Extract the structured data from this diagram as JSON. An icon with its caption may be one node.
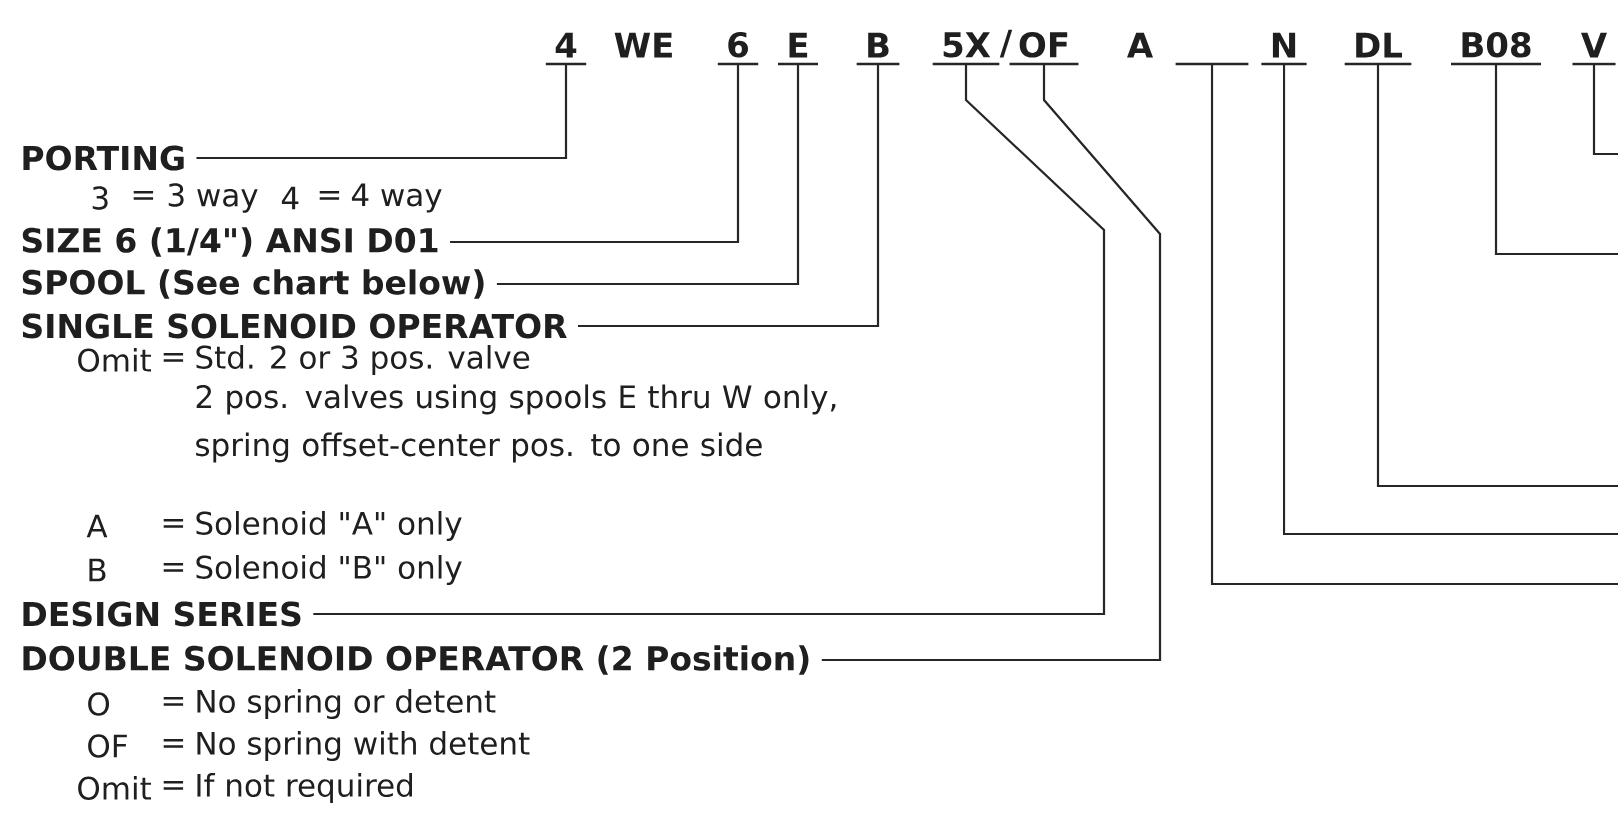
{
  "diagram": {
    "nodes": [
      {
        "text": [
          "4"
        ]
      },
      {
        "text": [
          "6"
        ]
      },
      {
        "text": [
          "E"
        ]
      },
      {
        "text": [
          "B"
        ]
      },
      {
        "text": [
          "5X"
        ]
      },
      {
        "text": [
          "OF"
        ]
      },
      {
        "text": [],
        "shape": "line"
      },
      {
        "text": [
          "N"
        ]
      },
      {
        "text": [
          "DL"
        ]
      },
      {
        "text": [
          "B08"
        ]
      },
      {
        "text": [
          "V"
        ]
      },
      {
        "text": [
          "PORTING"
        ]
      },
      {
        "text": [
          "SIZE 6 (1/4\") ANSI D01"
        ]
      },
      {
        "text": [
          "SPOOL (See chart below)"
        ]
      },
      {
        "text": [
          "SINGLE SOLENOID OPERATOR"
        ]
      },
      {
        "text": [
          "DESIGN SERIES"
        ]
      },
      {
        "text": [
          "DOUBLE SOLENOID OPERATOR (2 Position)"
        ]
      }
    ],
    "edges": [
      {
        "from": 11,
        "to": 0,
        "arrow": "none"
      },
      {
        "from": 12,
        "to": 1,
        "arrow": "none"
      },
      {
        "from": 13,
        "to": 2,
        "arrow": "none"
      },
      {
        "from": 14,
        "to": 3,
        "arrow": "none"
      },
      {
        "from": 15,
        "to": 4,
        "arrow": "none"
      },
      {
        "from": 16,
        "to": 5,
        "arrow": "none"
      },
      {
        "from": 6,
        "to": null,
        "arrow": "none"
      },
      {
        "from": 7,
        "to": null,
        "arrow": "none"
      },
      {
        "from": 8,
        "to": null,
        "arrow": "none"
      },
      {
        "from": 9,
        "to": null,
        "arrow": "none"
      },
      {
        "from": 10,
        "to": null,
        "arrow": "none"
      }
    ],
    "labels": [
      "WE",
      "/",
      "A",
      "3",
      "=",
      "3 way",
      "4",
      "=",
      "4 way",
      "Omit",
      "=",
      "Std. 2 or 3 pos. valve",
      "2 pos. valves using spools E thru W only, spring offset-center pos. to one side",
      "A",
      "=",
      "Solenoid \"A\" only",
      "B",
      "=",
      "Solenoid \"B\" only",
      "O",
      "=",
      "No spring or detent",
      "OF",
      "=",
      "No spring with detent",
      "Omit",
      "=",
      "If not required"
    ]
  }
}
